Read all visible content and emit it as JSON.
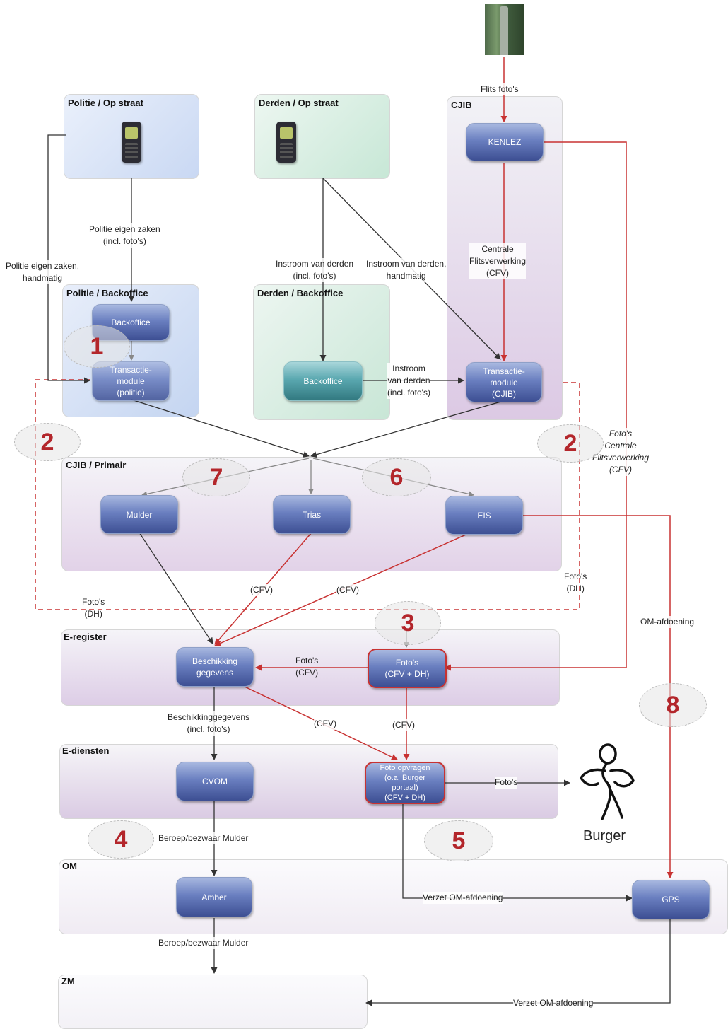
{
  "zones": {
    "politie_straat": "Politie / Op straat",
    "derden_straat": "Derden / Op straat",
    "cjib": "CJIB",
    "politie_backoffice": "Politie / Backoffice",
    "derden_backoffice": "Derden / Backoffice",
    "cjib_primair": "CJIB / Primair",
    "e_register": "E-register",
    "e_diensten": "E-diensten",
    "om": "OM",
    "zm": "ZM"
  },
  "nodes": {
    "kenlez": "KENLEZ",
    "backoffice_politie": "Backoffice",
    "transactie_politie": "Transactie-\nmodule\n(politie)",
    "backoffice_derden": "Backoffice",
    "transactie_cjib": "Transactie-\nmodule\n(CJIB)",
    "mulder": "Mulder",
    "trias": "Trias",
    "eis": "EIS",
    "beschikking": "Beschikking\ngegevens",
    "fotos_register": "Foto's\n(CFV + DH)",
    "cvom": "CVOM",
    "foto_opvragen": "Foto opvragen\n(o.a. Burger\nportaal)\n(CFV + DH)",
    "amber": "Amber",
    "gps": "GPS"
  },
  "labels": {
    "flits_fotos": "Flits foto's",
    "politie_eigen_zaken": "Politie eigen zaken\n(incl. foto's)",
    "politie_handmatig": "Politie eigen zaken,\nhandmatig",
    "instroom_derden": "Instroom van derden\n(incl. foto's)",
    "instroom_handmatig": "Instroom van derden,\nhandmatig",
    "centrale_flits": "Centrale\nFlitsverwerking\n(CFV)",
    "instroom_backoffice": "Instroom\nvan derden\n(incl. foto's)",
    "fotos_cfv_right": "Foto's\nCentrale\nFlitsverwerking\n(CFV)",
    "fotos_dh_left": "Foto's\n(DH)",
    "fotos_dh_right": "Foto's\n(DH)",
    "cfv_trias": "(CFV)",
    "cfv_eis": "(CFV)",
    "fotos_cfv_register": "Foto's\n(CFV)",
    "beschikking_cvom": "Beschikkinggegevens\n(incl. foto's)",
    "cfv_beschikking_opvragen": "(CFV)",
    "cfv_fotos_opvragen": "(CFV)",
    "fotos_burger": "Foto's",
    "om_afdoening": "OM-afdoening",
    "beroep_amber": "Beroep/bezwaar Mulder",
    "beroep_zm": "Beroep/bezwaar Mulder",
    "verzet_gps": "Verzet OM-afdoening",
    "verzet_zm": "Verzet OM-afdoening"
  },
  "markers": [
    "1",
    "2",
    "2",
    "3",
    "4",
    "5",
    "6",
    "7",
    "8"
  ],
  "burger": "Burger",
  "icons": {
    "camera": "speed-camera-icon",
    "phone": "mobile-phone-icon",
    "person": "burger-person-icon"
  },
  "colors": {
    "red_flow": "#c83232",
    "black_flow": "#333333",
    "marker_text": "#b3262b"
  }
}
